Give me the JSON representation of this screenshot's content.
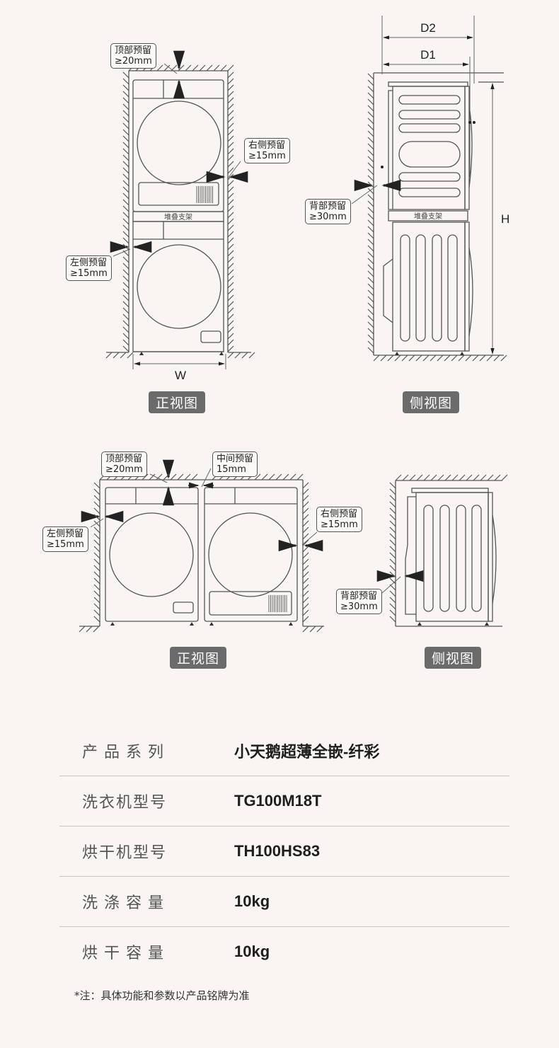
{
  "diagram1": {
    "callouts": {
      "top": [
        "顶部预留",
        "≥20mm"
      ],
      "right": [
        "右侧预留",
        "≥15mm"
      ],
      "left": [
        "左侧预留",
        "≥15mm"
      ]
    },
    "shelf_label": "堆叠支架",
    "dim_w": "W",
    "caption": "正视图"
  },
  "diagram2": {
    "dim_d2": "D2",
    "dim_d1": "D1",
    "dim_h": "H",
    "shelf_label": "堆叠支架",
    "callouts": {
      "back": [
        "背部预留",
        "≥30mm"
      ]
    },
    "caption": "侧视图"
  },
  "diagram3": {
    "callouts": {
      "top": [
        "顶部预留",
        "≥20mm"
      ],
      "middle": [
        "中间预留",
        "15mm"
      ],
      "left": [
        "左侧预留",
        "≥15mm"
      ],
      "right": [
        "右侧预留",
        "≥15mm"
      ]
    },
    "caption": "正视图"
  },
  "diagram4": {
    "callouts": {
      "back": [
        "背部预留",
        "≥30mm"
      ]
    },
    "caption": "侧视图"
  },
  "specs": [
    {
      "label": "产品系列",
      "value": "小天鹅超薄全嵌-纤彩",
      "wide": true
    },
    {
      "label": "洗衣机型号",
      "value": "TG100M18T",
      "wide": false
    },
    {
      "label": "烘干机型号",
      "value": "TH100HS83",
      "wide": false
    },
    {
      "label": "洗涤容量",
      "value": "10kg",
      "wide": true
    },
    {
      "label": "烘干容量",
      "value": "10kg",
      "wide": true
    }
  ],
  "note": "*注：具体功能和参数以产品铭牌为准"
}
